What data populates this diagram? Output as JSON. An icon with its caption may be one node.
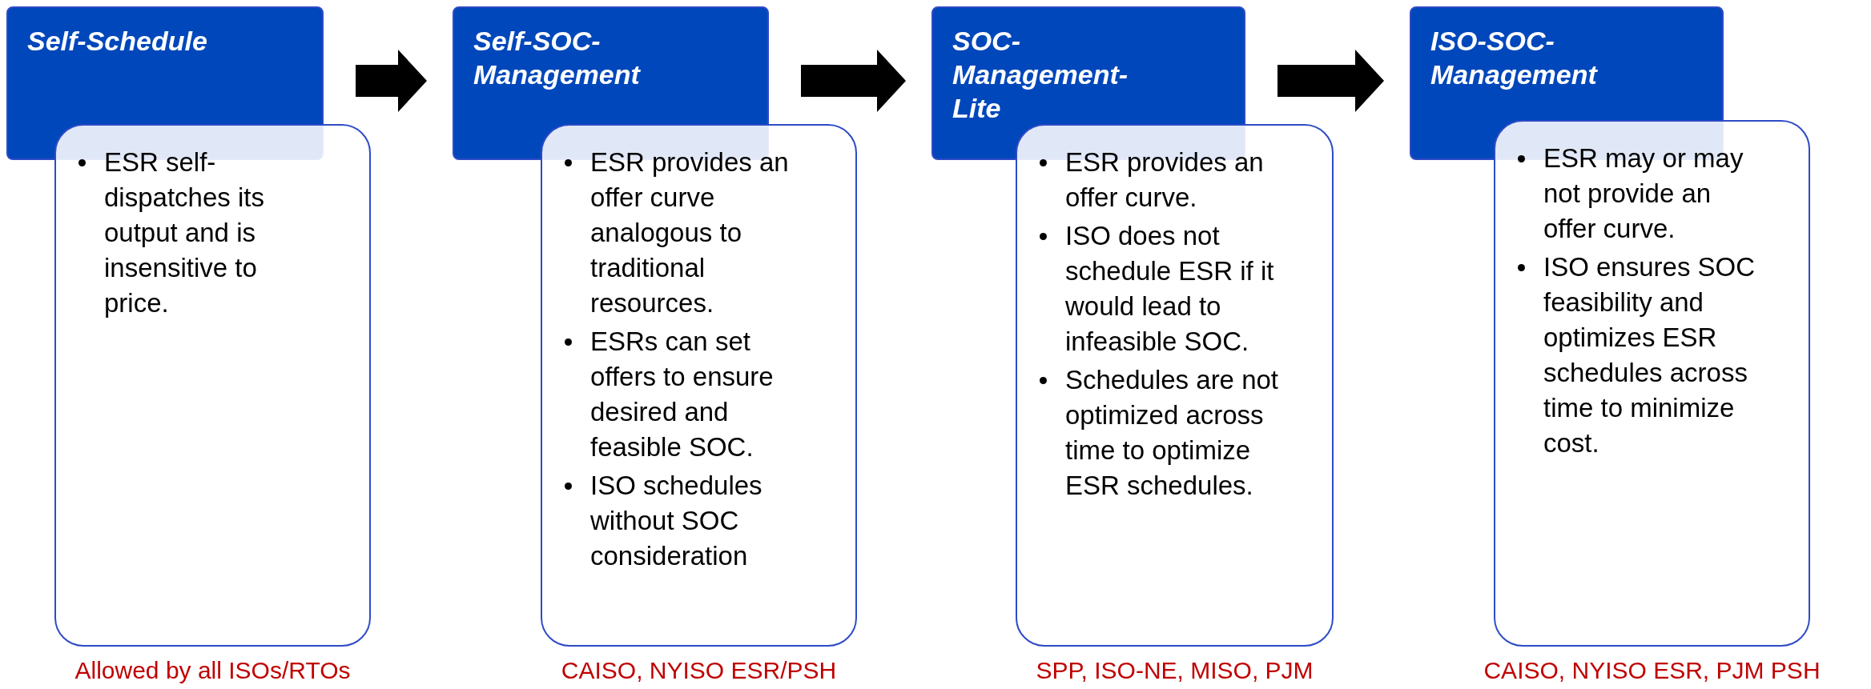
{
  "diagram": {
    "nodes": [
      {
        "text": [
          "Self-Schedule"
        ]
      },
      {
        "text": [
          "ESR self-dispatches its output and is insensitive to price."
        ],
        "beside": [
          "Allowed by all ISOs/RTOs"
        ]
      },
      {
        "text": [
          "Self-SOC-Management"
        ]
      },
      {
        "text": [
          "ESR provides an offer curve analogous to traditional resources.",
          "ESRs can set offers to ensure desired and feasible SOC.",
          "ISO schedules without SOC consideration"
        ],
        "beside": [
          "CAISO, NYISO ESR/PSH"
        ]
      },
      {
        "text": [
          "SOC-Management-Lite"
        ]
      },
      {
        "text": [
          "ESR provides an offer curve.",
          "ISO does not schedule ESR if it would lead to infeasible SOC.",
          "Schedules are not optimized across time to optimize ESR schedules."
        ],
        "beside": [
          "SPP, ISO-NE, MISO, PJM"
        ]
      },
      {
        "text": [
          "ISO-SOC-Management"
        ]
      },
      {
        "text": [
          "ESR may or may not provide an offer curve.",
          "ISO ensures SOC feasibility and optimizes ESR schedules across time to minimize cost."
        ],
        "beside": [
          "CAISO, NYISO ESR, PJM PSH"
        ]
      }
    ],
    "edges": [
      {
        "from": 0,
        "to": 2,
        "arrow": "to"
      },
      {
        "from": 2,
        "to": 4,
        "arrow": "to"
      },
      {
        "from": 4,
        "to": 6,
        "arrow": "to"
      }
    ]
  }
}
